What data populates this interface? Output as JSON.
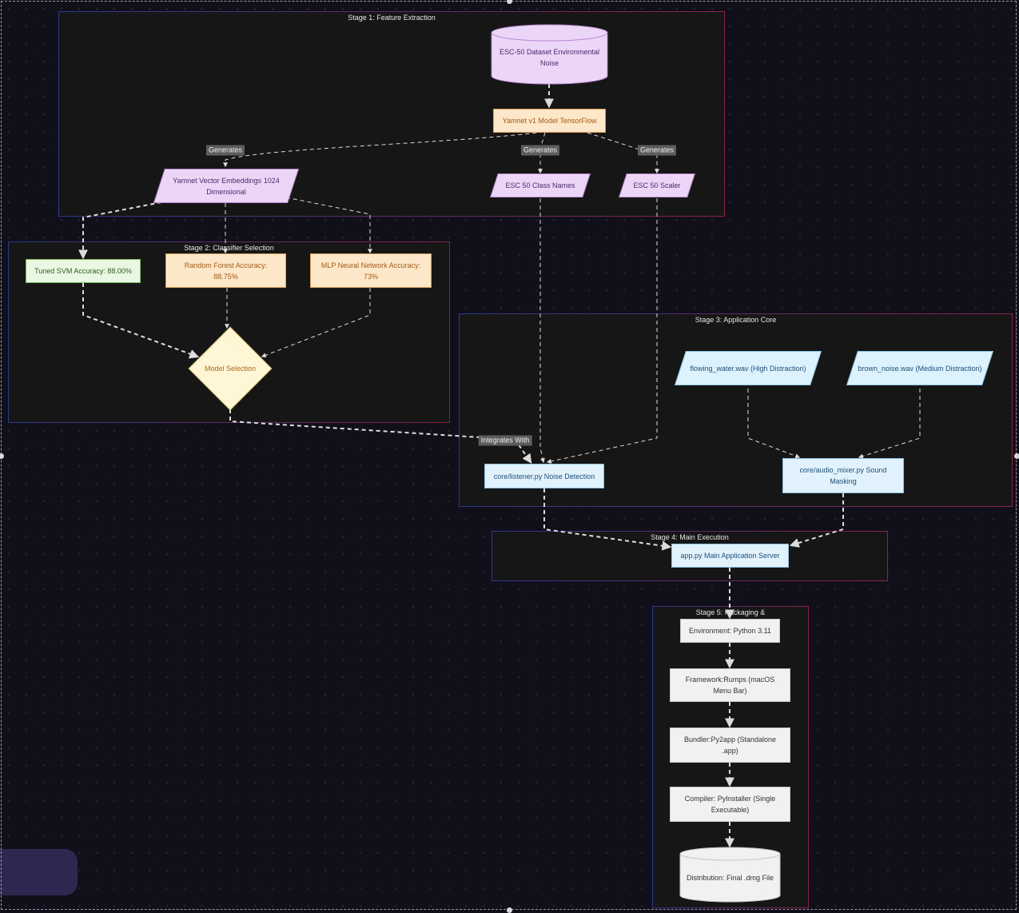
{
  "stages": {
    "s1": "Stage 1: Feature Extraction",
    "s2": "Stage 2: Classifier Selection",
    "s3": "Stage 3: Application Core",
    "s4": "Stage 4: Main Execution",
    "s5": "Stage 5: Packaging &"
  },
  "nodes": {
    "dataset": [
      "ESC-50 Dataset Environmental",
      "Noise"
    ],
    "yamnet_model": "Yamnet v1 Model TensorFlow",
    "embeddings": [
      "Yamnet Vector Embeddings",
      "1024 Dimensional"
    ],
    "class_names": "ESC 50 Class Names",
    "scaler": "ESC 50 Scaler",
    "svm": "Tuned SVM Accuracy: 88.00%",
    "random_forest": [
      "Random Forest Accuracy:",
      "88.75%"
    ],
    "mlp": [
      "MLP Neural Network Accuracy:",
      "73%"
    ],
    "model_selection": "Model Selection",
    "flowing_water": [
      "flowing_water.wav (High",
      "Distraction)"
    ],
    "brown_noise": [
      "brown_noise.wav (Medium",
      "Distraction)"
    ],
    "listener": "core/listener.py Noise Detection",
    "audio_mixer": [
      "core/audio_mixer.py Sound",
      "Masking"
    ],
    "app": "app.py Main Application Server",
    "environment": "Environment: Python 3.11",
    "framework": [
      "Framework:Rumps (macOS",
      "Menu Bar)"
    ],
    "bundler": [
      "Bundler:Py2app (Standalone",
      ".app)"
    ],
    "compiler": [
      "Compiler: PyInstaller (Single",
      "Executable)"
    ],
    "distribution": "Distribution: Final .dmg File"
  },
  "edge_labels": {
    "gen1": "Generates",
    "gen2": "Generates",
    "gen3": "Generates",
    "integrates": "Integrates With"
  },
  "colors": {
    "background": "#11101a",
    "stage_fill": "#161616",
    "edge": "#dcdcdc"
  }
}
